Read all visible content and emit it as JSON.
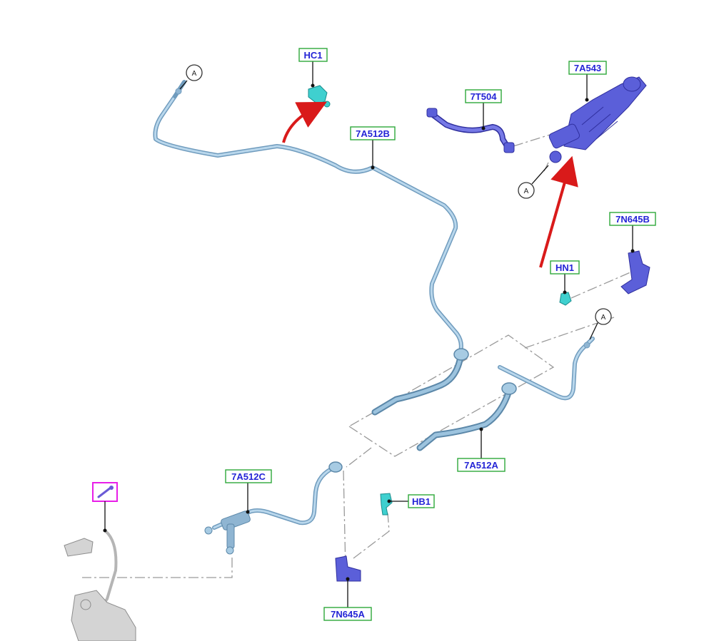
{
  "callouts": {
    "hc1": "HC1",
    "t7504": "7T504",
    "a7543": "7A543",
    "a7512b": "7A512B",
    "n7645b": "7N645B",
    "hn1": "HN1",
    "a7512a": "7A512A",
    "a7512c": "7A512C",
    "hb1": "HB1",
    "n7645a": "7N645A"
  },
  "connection_marker": "A",
  "colors": {
    "callout_border": "#2ea83a",
    "callout_text": "#2424d6",
    "arrow_red": "#d91a1a",
    "tube": "#6f9bbd",
    "part_blue": "#5b5fd9",
    "part_cyan": "#3fd0cf",
    "highlight_magenta": "#e81ee8"
  },
  "icons": [
    "red-arrow-icon",
    "magenta-detail-icon",
    "connection-marker-icon"
  ]
}
